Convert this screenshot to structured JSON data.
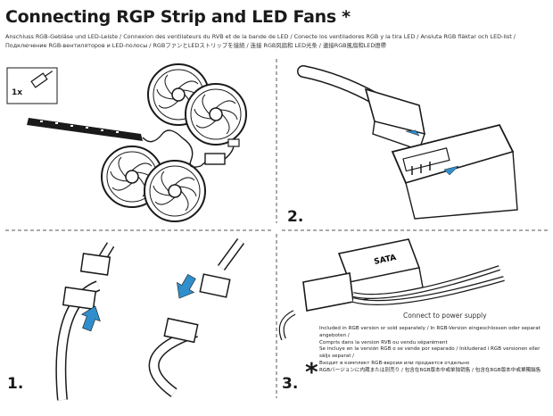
{
  "header": {
    "title": "Connecting RGP Strip and LED Fans *",
    "subtitle": "Anschluss RGB-Gebläse und LED-Leiste / Connexion des ventilateurs du RVB et de la bande de LED / Conecte los ventiladores RGB y la tira LED / Ansluta RGB fläktar och LED-list / Подключение RGB-вентиляторов и LED-полосы / RGBファンとLEDストリップを接続 / 连接 RGB风扇和 LED光条 / 連接RGB風扇和LED燈帶"
  },
  "panels": {
    "p1_qty": "1x",
    "p1_num": "1.",
    "p2_num": "2.",
    "p3_num": "3.",
    "connect_label": "Connect to power supply",
    "sata_label": "SATA"
  },
  "note": {
    "star": "*",
    "lines": [
      "Included in RGB version or sold separately / In RGB-Version eingeschlossen oder separat angeboten /",
      "Compris dans la version RVB ou vendu séparément",
      "Se incluye en la versión RGB o se vende por separado / Inkluderad i RGB versionen eller säljs separat /",
      "Входит в комплект RGB-версии или продается отдельно",
      "RGBバージョンに内蔵または別売り / 包含在RGB版本中或单独销售 / 包含在RGB版本中或單獨銷售"
    ]
  },
  "colors": {
    "line": "#1a1a1a",
    "accent": "#2f8ecb",
    "grid": "#555555"
  }
}
